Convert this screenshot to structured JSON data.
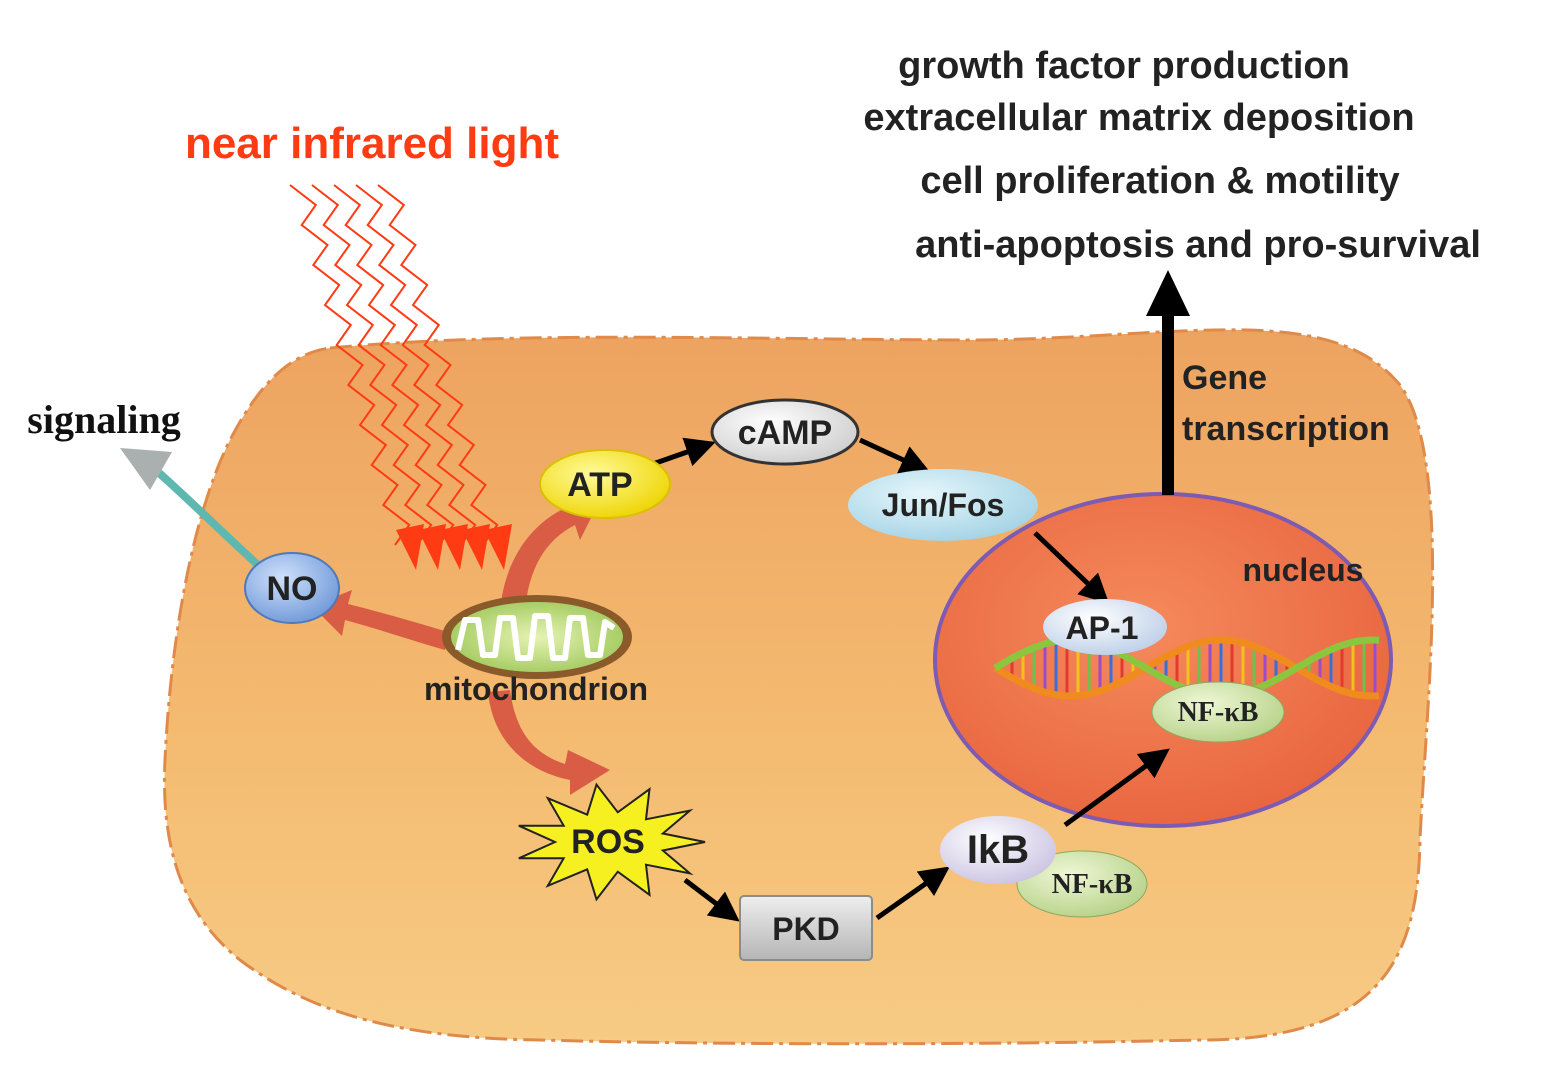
{
  "diagram": {
    "outcomes": [
      "growth factor production",
      "extracellular matrix deposition",
      "cell proliferation & motility",
      "anti-apoptosis and pro-survival"
    ],
    "light_label": "near infrared light",
    "signaling_label": "signaling",
    "gene_transcription": [
      "Gene",
      "transcription"
    ],
    "nodes": {
      "no": "NO",
      "atp": "ATP",
      "camp": "cAMP",
      "jun_fos": "Jun/Fos",
      "ap1": "AP-1",
      "nfkb_nucleus": "NF-κB",
      "mitochondrion": "mitochondrion",
      "nucleus": "nucleus",
      "ros": "ROS",
      "pkd": "PKD",
      "ikb": "IkB",
      "nfkb_cytoplasm": "NF-κB"
    },
    "colors": {
      "light": "#ff3b14",
      "cell_fill": "#f3b36a",
      "cell_border": "#e08a4a",
      "nucleus_fill": "#f07a4e",
      "nucleus_border": "#7e5bb2",
      "mito_arrow": "#d95d45",
      "atp": "#f4e20c",
      "no": "#7fa7e0",
      "signaling_arrow": "#5fb8b0",
      "ros": "#f7f020",
      "mito_inner": "#bfe08a"
    }
  }
}
